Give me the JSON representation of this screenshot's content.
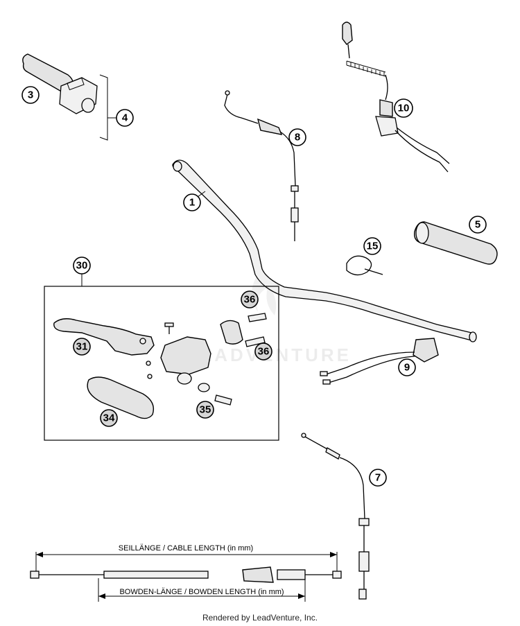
{
  "callouts": {
    "c1": "1",
    "c3": "3",
    "c4": "4",
    "c5": "5",
    "c7": "7",
    "c8": "8",
    "c9": "9",
    "c10": "10",
    "c15": "15",
    "c30": "30",
    "c31": "31",
    "c34": "34",
    "c35": "35",
    "c36a": "36",
    "c36b": "36"
  },
  "cable_dimensions": {
    "cable_length_label": "SEILLÄNGE / CABLE LENGTH (in mm)",
    "bowden_length_label": "BOWDEN-LÄNGE / BOWDEN LENGTH (in mm)"
  },
  "watermark": "LEADVENTURE",
  "footer": "Rendered by LeadVenture, Inc."
}
